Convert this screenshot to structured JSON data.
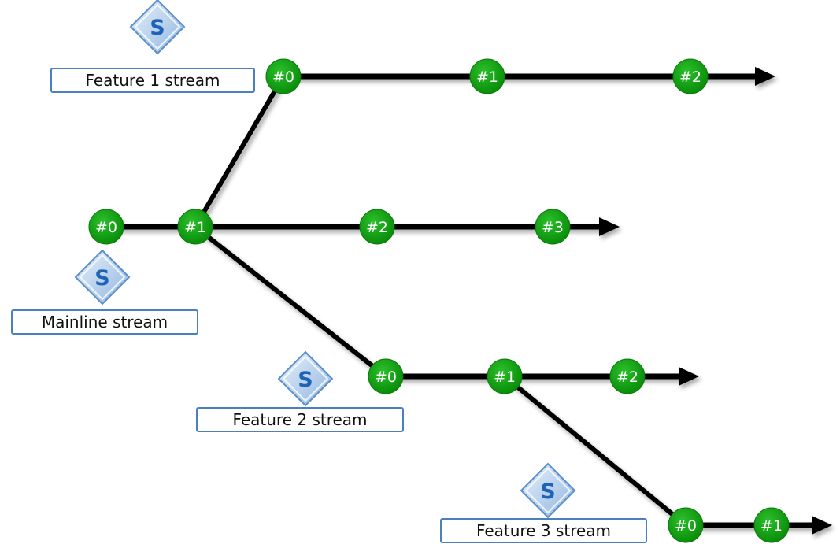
{
  "streams": [
    {
      "id": "feature1",
      "label": "Feature 1 stream",
      "icon": "stream-icon",
      "icon_letter": "S",
      "nodes": [
        "#0",
        "#1",
        "#2"
      ]
    },
    {
      "id": "mainline",
      "label": "Mainline stream",
      "icon": "stream-icon",
      "icon_letter": "S",
      "nodes": [
        "#0",
        "#1",
        "#2",
        "#3"
      ]
    },
    {
      "id": "feature2",
      "label": "Feature 2 stream",
      "icon": "stream-icon",
      "icon_letter": "S",
      "nodes": [
        "#0",
        "#1",
        "#2"
      ]
    },
    {
      "id": "feature3",
      "label": "Feature 3 stream",
      "icon": "stream-icon",
      "icon_letter": "S",
      "nodes": [
        "#0",
        "#1"
      ]
    }
  ],
  "branches": [
    {
      "from": "mainline.#1",
      "to": "feature1.#0"
    },
    {
      "from": "mainline.#1",
      "to": "feature2.#0"
    },
    {
      "from": "feature2.#1",
      "to": "feature3.#0"
    }
  ],
  "colors": {
    "node": "#0d9a0d",
    "line": "#000000",
    "label_border": "#4a7fc0",
    "icon_fill": "#a9c8ea",
    "icon_letter": "#1f63b5"
  }
}
